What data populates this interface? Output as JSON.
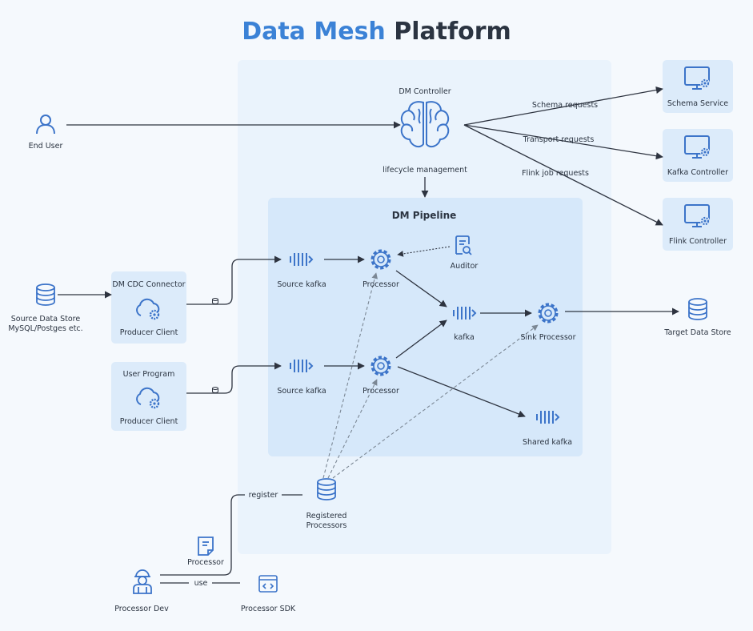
{
  "title": {
    "part1": "Data Mesh",
    "part2": "Platform"
  },
  "labels": {
    "dm_controller": "DM Controller",
    "lifecycle": "lifecycle management",
    "end_user": "End User",
    "schema_requests": "Schema requests",
    "transport_requests": "Transport requests",
    "flink_requests": "Flink job requests",
    "schema_service": "Schema Service",
    "kafka_controller": "Kafka Controller",
    "flink_controller": "Flink Controller",
    "dm_pipeline": "DM Pipeline",
    "auditor": "Auditor",
    "source_kafka_1": "Source kafka",
    "processor_1": "Processor",
    "source_kafka_2": "Source kafka",
    "processor_2": "Processor",
    "kafka": "kafka",
    "sink_processor": "Sink Processor",
    "shared_kafka": "Shared kafka",
    "target_store": "Target Data Store",
    "source_store_1": "Source Data Store",
    "source_store_2": "MySQL/Postges etc.",
    "cdc_connector": "DM CDC Connector",
    "producer_client_1": "Producer Client",
    "user_program": "User Program",
    "producer_client_2": "Producer Client",
    "registered_1": "Registered",
    "registered_2": "Processors",
    "register": "register",
    "processor_file": "Processor",
    "use": "use",
    "processor_dev": "Processor Dev",
    "processor_sdk": "Processor SDK"
  },
  "colors": {
    "accent": "#3b82d6",
    "icon": "#3c74c9",
    "text": "#2b3441",
    "line": "#2e3440",
    "outer_panel": "#eaf3fc",
    "pipeline_panel": "#d6e8fa",
    "card": "#dcebfa"
  }
}
